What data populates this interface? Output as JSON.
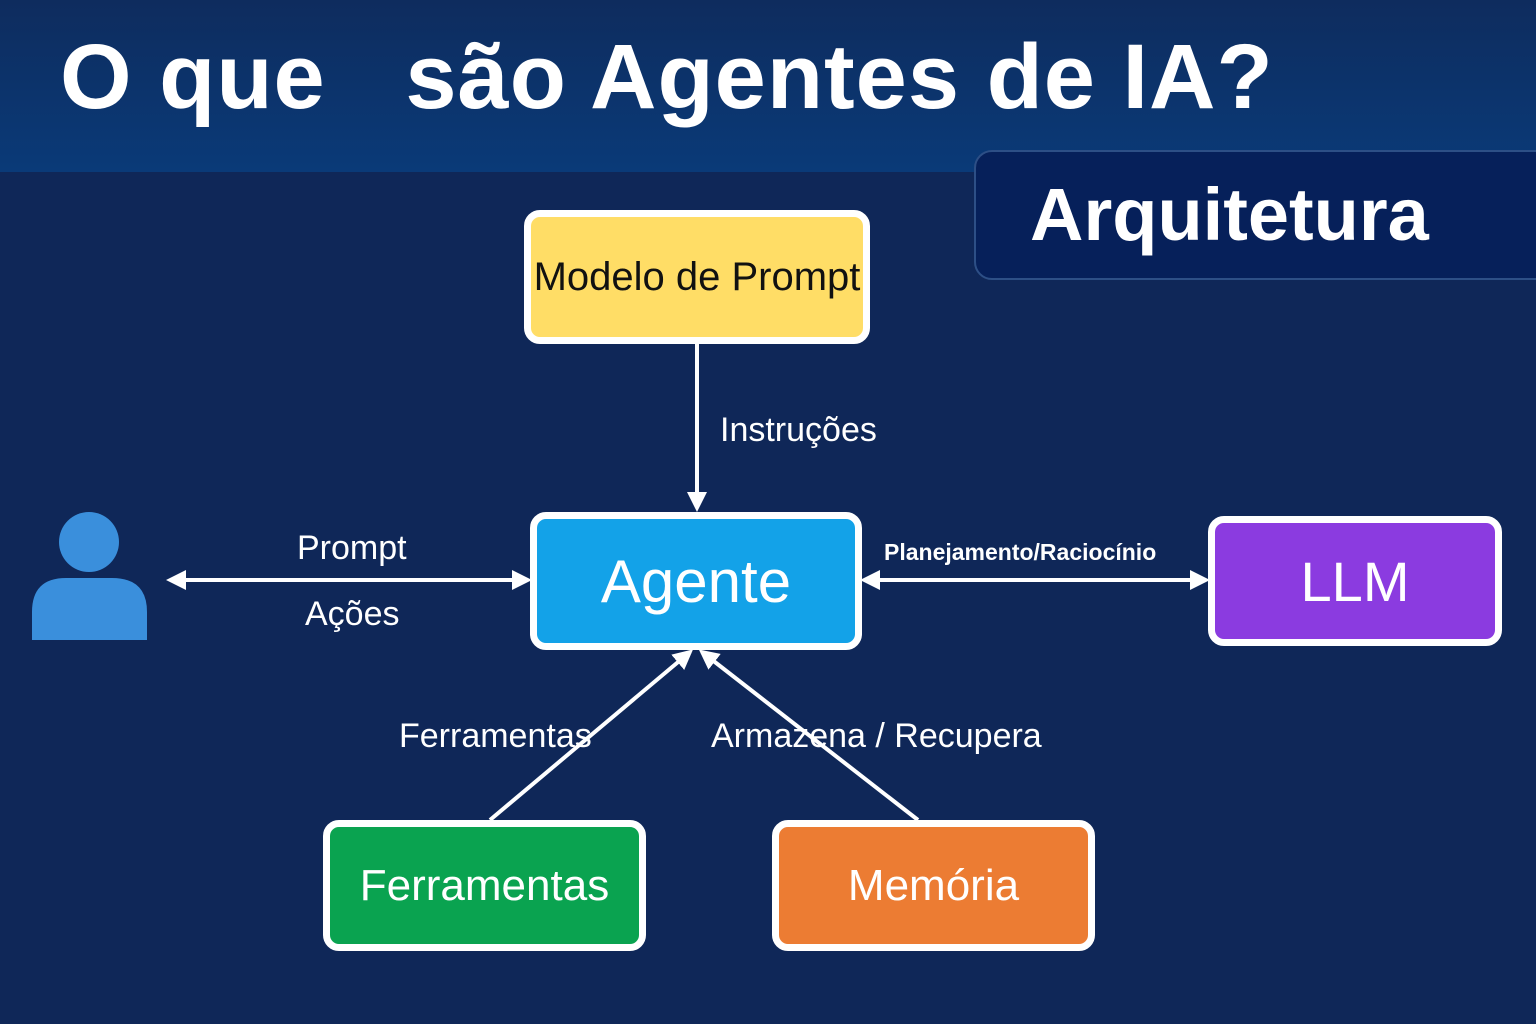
{
  "header": {
    "title": "O que   são Agentes de IA?",
    "section": "Arquitetura"
  },
  "diagram": {
    "nodes": {
      "prompt_template": "Modelo de Prompt",
      "agent": "Agente",
      "llm": "LLM",
      "tools": "Ferramentas",
      "memory": "Memória"
    },
    "edges": {
      "instructions": "Instruções",
      "prompt": "Prompt",
      "actions": "Ações",
      "planning": "Planejamento/Raciocínio",
      "tools": "Ferramentas",
      "store_retrieve": "Armazena / Recupera"
    },
    "user_icon": "user-icon"
  },
  "colors": {
    "background": "#0f2758",
    "title_band": "#0a3a78",
    "prompt_template": "#ffdd66",
    "agent": "#13a2e8",
    "llm": "#8b3be0",
    "tools": "#0aa350",
    "memory": "#ec7c33",
    "user_icon": "#3a8fdc"
  }
}
